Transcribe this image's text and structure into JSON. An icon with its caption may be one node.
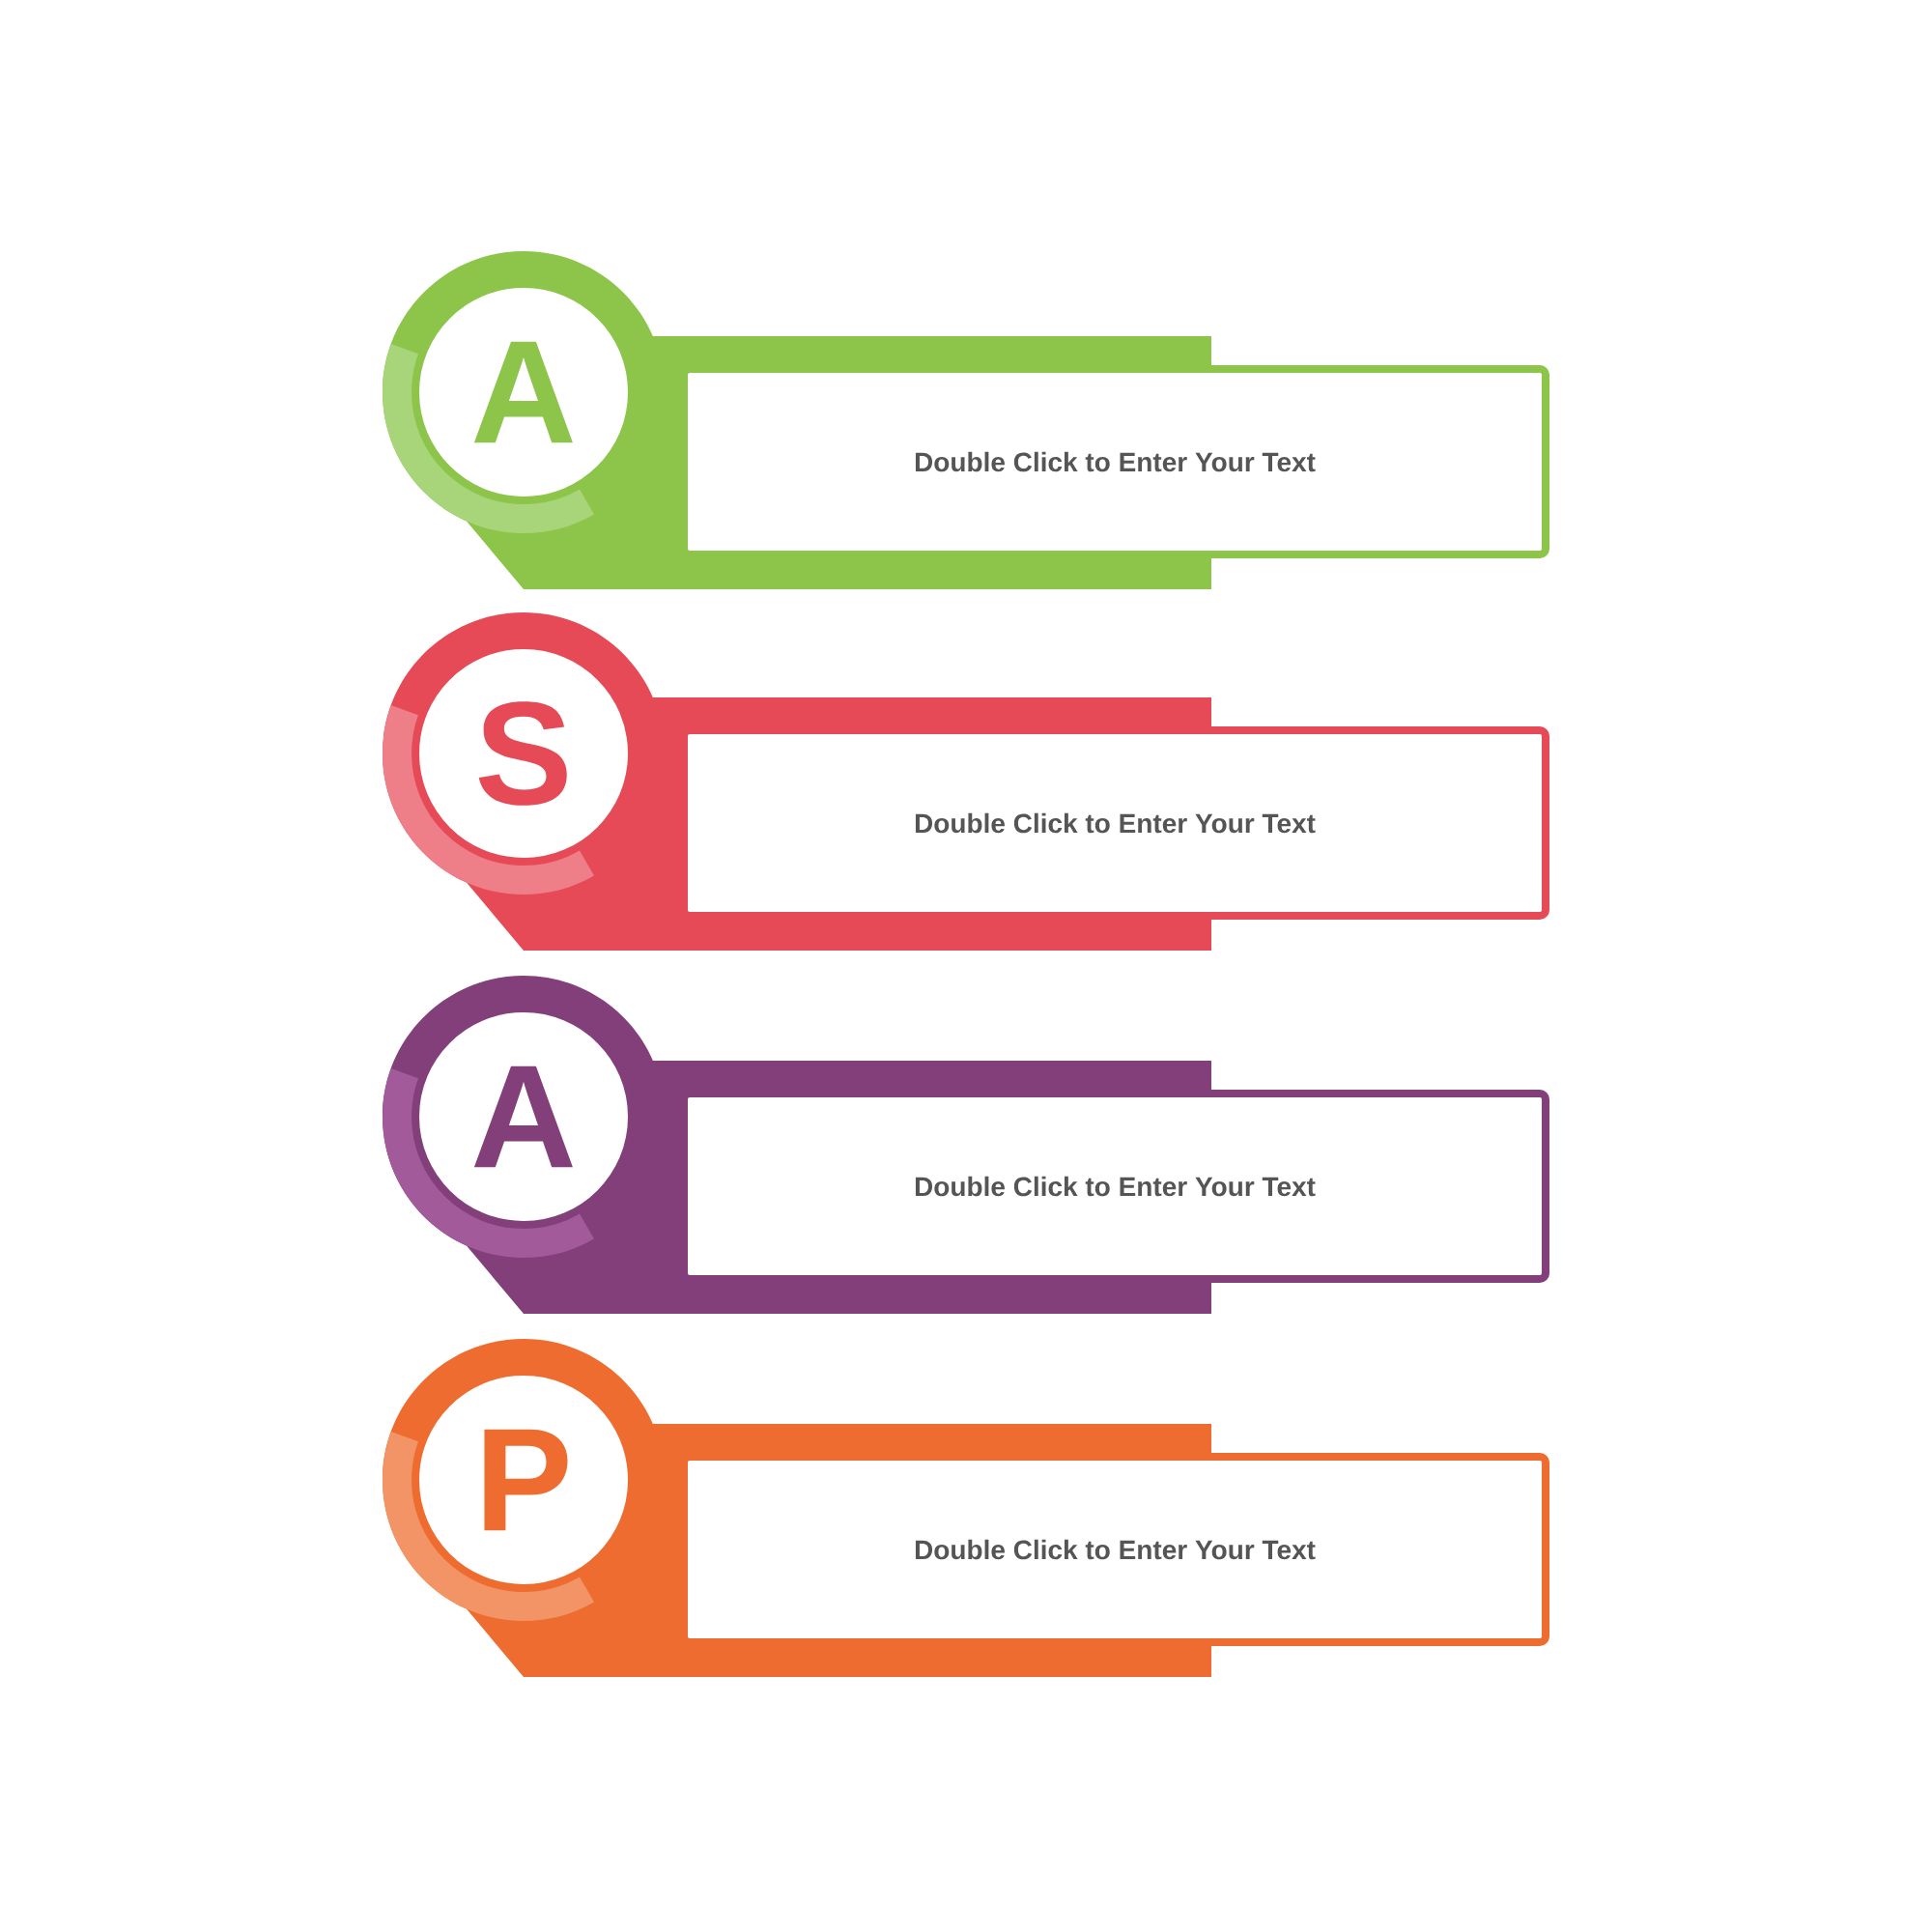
{
  "diagram": {
    "nodes": [
      {
        "text": [
          "A"
        ]
      },
      {
        "text": [
          "Double Click to Enter Your Text"
        ]
      },
      {
        "text": [
          "S"
        ]
      },
      {
        "text": [
          "Double Click to Enter Your Text"
        ]
      },
      {
        "text": [
          "A"
        ]
      },
      {
        "text": [
          "Double Click to Enter Your Text"
        ]
      },
      {
        "text": [
          "P"
        ]
      },
      {
        "text": [
          "Double Click to Enter Your Text"
        ]
      }
    ]
  }
}
